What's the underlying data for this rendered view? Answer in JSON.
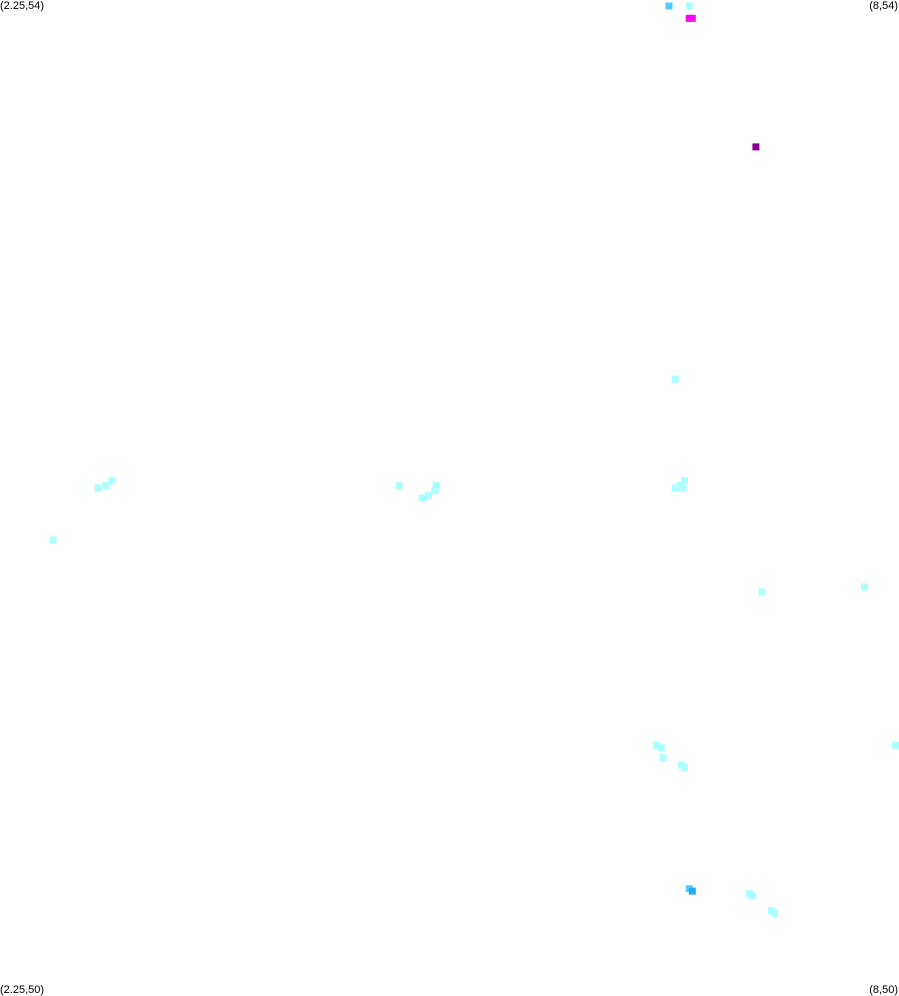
{
  "corner_labels": {
    "top_left": "(2.25,54)",
    "top_right": "(8,54)",
    "bottom_left": "(2.25,50)",
    "bottom_right": "(8,50)"
  },
  "chart_data": {
    "type": "scatter",
    "xlim": [
      2.25,
      8
    ],
    "ylim": [
      50,
      54
    ],
    "grid": false,
    "legend": "none",
    "title": "",
    "xlabel": "",
    "ylabel": "",
    "points": [
      {
        "x": 6.54,
        "y": 53.99,
        "color": "#55ccff"
      },
      {
        "x": 6.67,
        "y": 53.99,
        "color": "#aaffff"
      },
      {
        "x": 6.67,
        "y": 53.94,
        "color": "#ff00ff"
      },
      {
        "x": 6.69,
        "y": 53.94,
        "color": "#ff00ff"
      },
      {
        "x": 7.1,
        "y": 53.42,
        "color": "#880099"
      },
      {
        "x": 6.58,
        "y": 52.48,
        "color": "#aaffff"
      },
      {
        "x": 4.8,
        "y": 52.05,
        "color": "#aaffff"
      },
      {
        "x": 2.95,
        "y": 52.07,
        "color": "#aaffff"
      },
      {
        "x": 2.91,
        "y": 52.05,
        "color": "#aaffff"
      },
      {
        "x": 2.86,
        "y": 52.04,
        "color": "#aaffff"
      },
      {
        "x": 5.03,
        "y": 52.03,
        "color": "#aaffff"
      },
      {
        "x": 5.04,
        "y": 52.05,
        "color": "#aaffff"
      },
      {
        "x": 4.99,
        "y": 52.01,
        "color": "#aaffff"
      },
      {
        "x": 4.95,
        "y": 52.0,
        "color": "#aaffff"
      },
      {
        "x": 6.64,
        "y": 52.07,
        "color": "#aaffff"
      },
      {
        "x": 6.61,
        "y": 52.05,
        "color": "#aaffff"
      },
      {
        "x": 6.63,
        "y": 52.04,
        "color": "#aaffff"
      },
      {
        "x": 6.58,
        "y": 52.04,
        "color": "#aaffff"
      },
      {
        "x": 2.57,
        "y": 51.83,
        "color": "#aaffff"
      },
      {
        "x": 7.8,
        "y": 51.64,
        "color": "#aaffff"
      },
      {
        "x": 7.14,
        "y": 51.62,
        "color": "#aaffff"
      },
      {
        "x": 6.46,
        "y": 51.0,
        "color": "#aaffff"
      },
      {
        "x": 6.49,
        "y": 50.99,
        "color": "#aaffff"
      },
      {
        "x": 6.5,
        "y": 50.95,
        "color": "#aaffff"
      },
      {
        "x": 6.62,
        "y": 50.92,
        "color": "#aaffff"
      },
      {
        "x": 6.64,
        "y": 50.91,
        "color": "#aaffff"
      },
      {
        "x": 8.0,
        "y": 51.0,
        "color": "#aaffff"
      },
      {
        "x": 6.67,
        "y": 50.42,
        "color": "#55ccff"
      },
      {
        "x": 6.69,
        "y": 50.41,
        "color": "#22aaee"
      },
      {
        "x": 7.06,
        "y": 50.4,
        "color": "#aaffff"
      },
      {
        "x": 7.08,
        "y": 50.39,
        "color": "#aaffff"
      },
      {
        "x": 7.2,
        "y": 50.33,
        "color": "#aaffff"
      },
      {
        "x": 7.22,
        "y": 50.32,
        "color": "#aaffff"
      }
    ]
  }
}
